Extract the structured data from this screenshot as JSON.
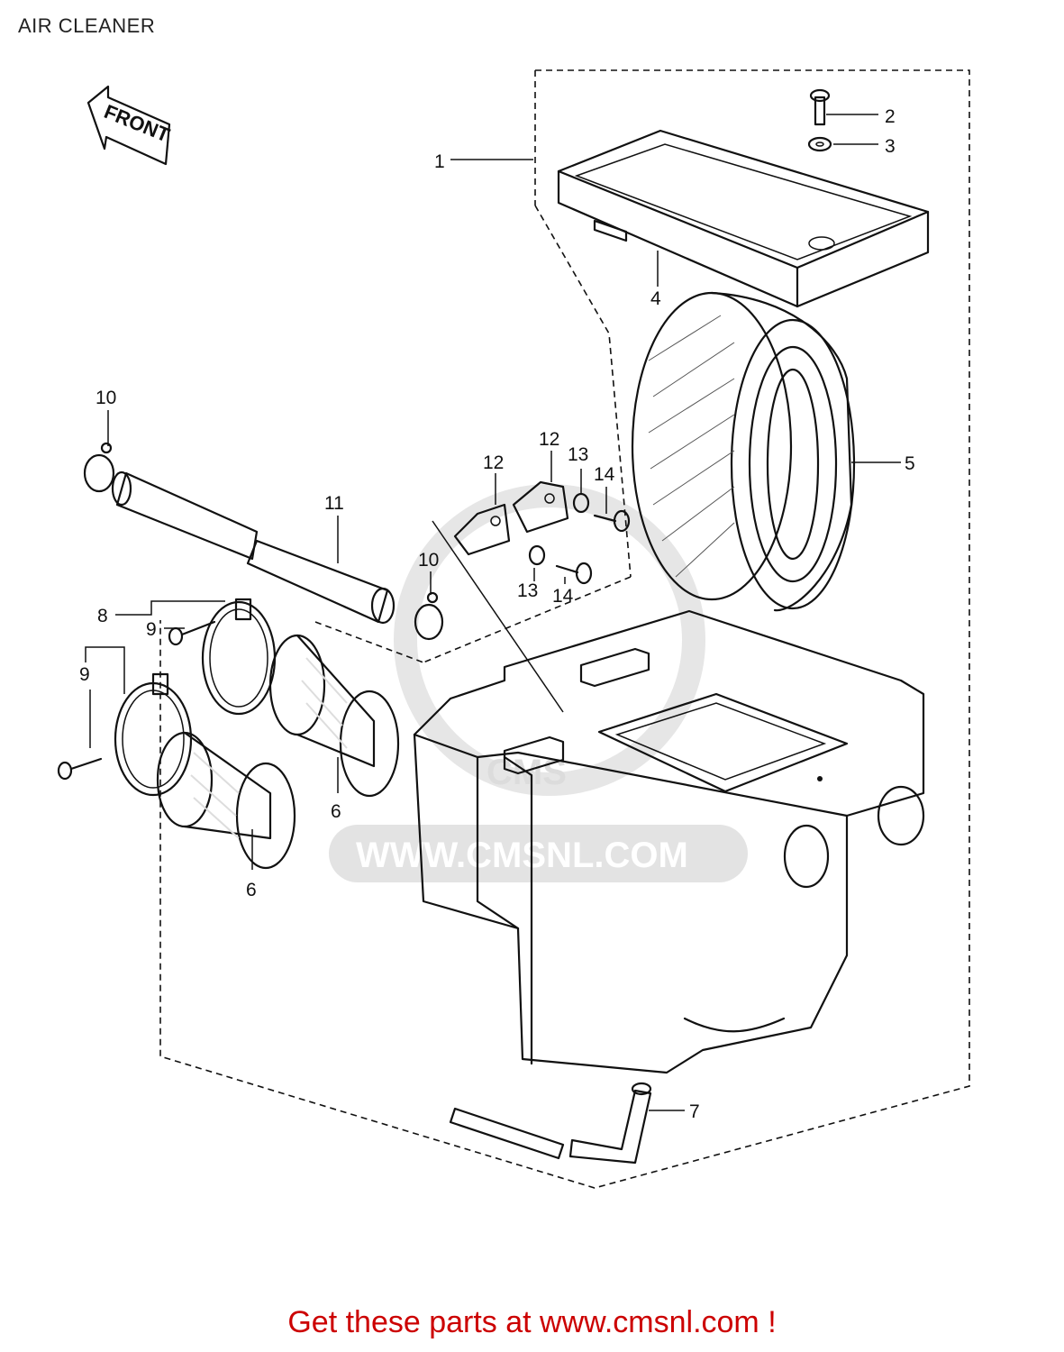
{
  "title": "AIR CLEANER",
  "front_label": "FRONT",
  "watermark": {
    "text": "WWW.CMSNL.COM",
    "logo": "CMS"
  },
  "callouts": {
    "c1": "1",
    "c2": "2",
    "c3": "3",
    "c4": "4",
    "c5": "5",
    "c6a": "6",
    "c6b": "6",
    "c7": "7",
    "c8": "8",
    "c9a": "9",
    "c9b": "9",
    "c10a": "10",
    "c10b": "10",
    "c11": "11",
    "c12a": "12",
    "c12b": "12",
    "c13a": "13",
    "c13b": "13",
    "c14a": "14",
    "c14b": "14"
  },
  "footer": {
    "text": "Get these parts at www.cmsnl.com !",
    "color": "#cc0000"
  }
}
